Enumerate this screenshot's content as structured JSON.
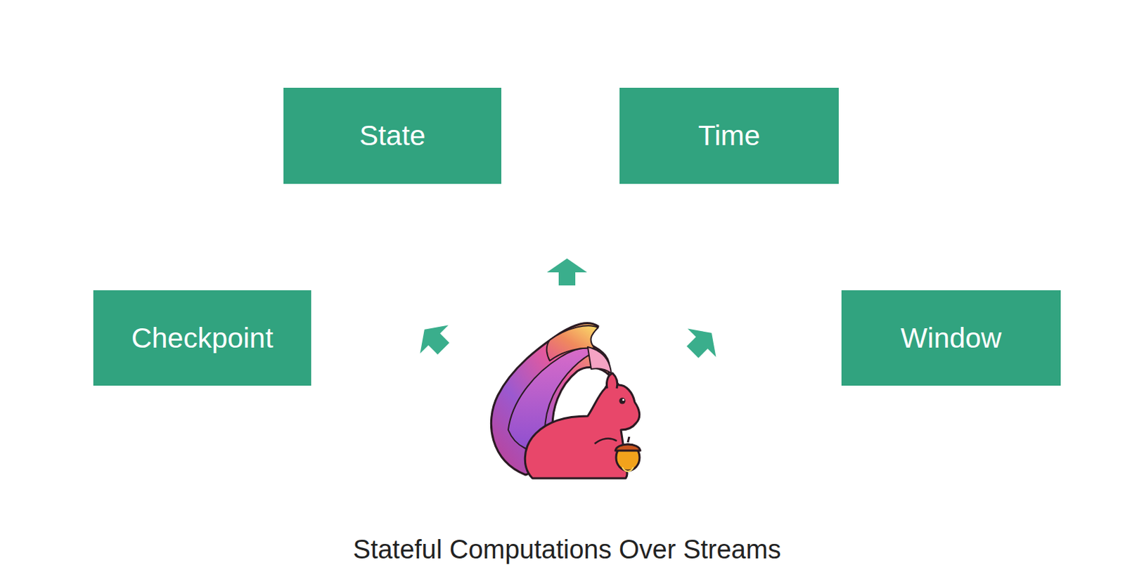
{
  "diagram": {
    "caption": "Stateful Computations Over Streams",
    "nodes": [
      {
        "text": [
          "State"
        ]
      },
      {
        "text": [
          "Time"
        ]
      },
      {
        "text": [
          "Checkpoint"
        ]
      },
      {
        "text": [
          "Window"
        ]
      }
    ]
  }
}
